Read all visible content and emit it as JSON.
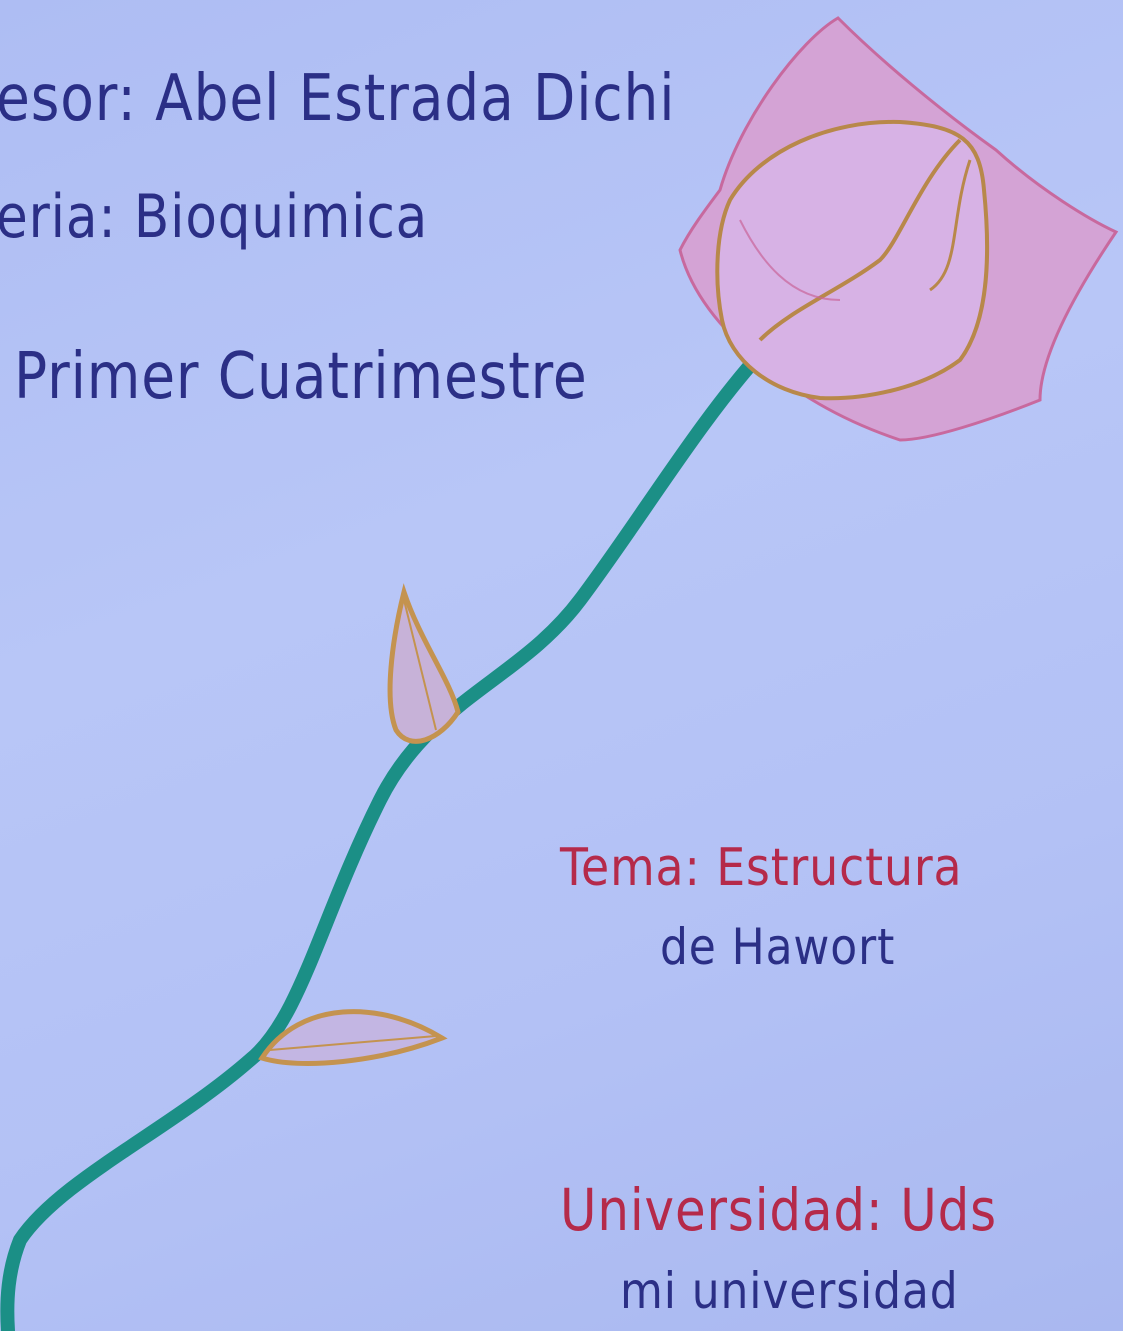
{
  "sheet": {
    "profesor_line": "esor: Abel Estrada Dichi",
    "materia_line": "eria: Bioquimica",
    "period_line": "Primer Cuatrimestre",
    "tema_line_1": "Tema: Estructura",
    "tema_line_2": "de Hawort",
    "universidad_line_1": "Universidad: Uds",
    "universidad_line_2": "mi universidad"
  },
  "drawing": {
    "subject": "rose-with-stem-and-leaves",
    "colors": {
      "paper": "#b5c3f5",
      "petal_fill": "#d9a3d6",
      "petal_shade": "#c9659a",
      "petal_outline": "#b8884a",
      "stem": "#1b8f86",
      "leaf": "#c4934f",
      "blue_ink": "#2b2f86",
      "red_ink": "#b52a4a"
    }
  }
}
